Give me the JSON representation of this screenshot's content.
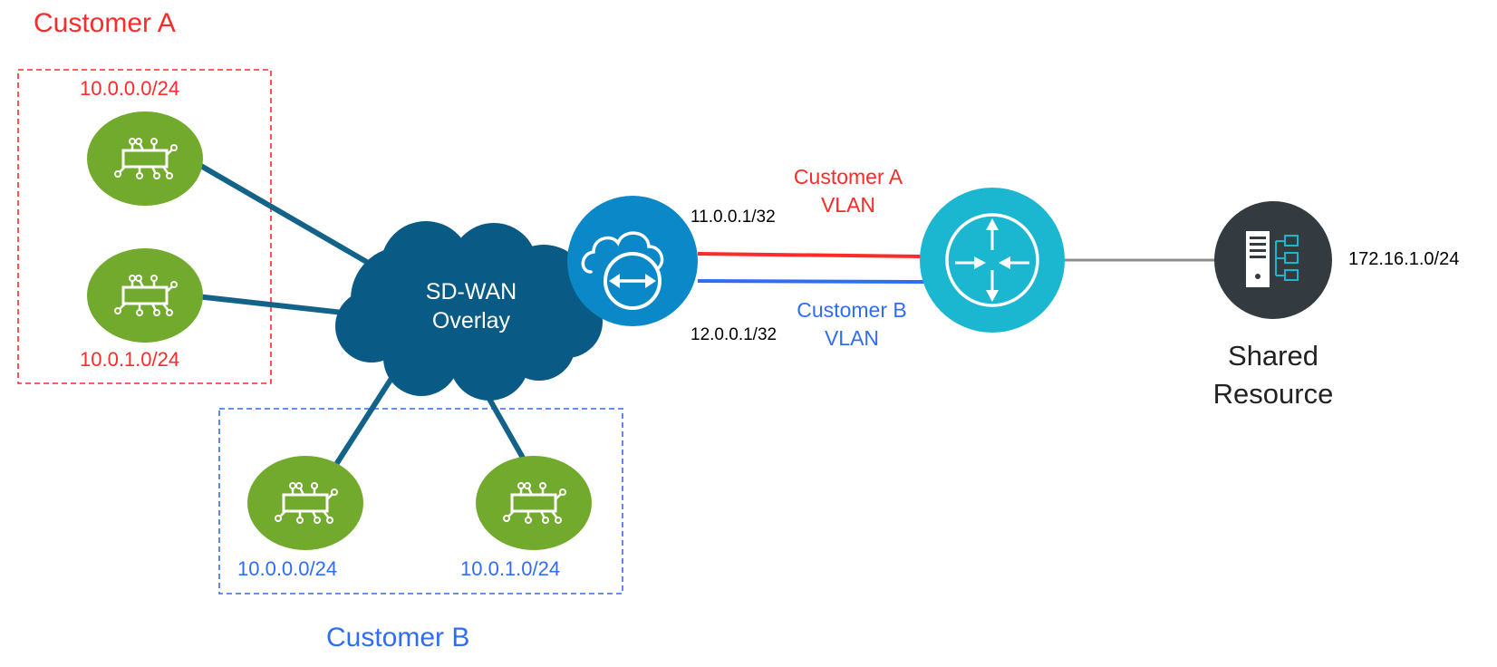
{
  "colors": {
    "customer_a": "#ff2a2a",
    "customer_b": "#2f6df5",
    "site_green": "#71aa2d",
    "overlay_cloud": "#095b86",
    "link_teal": "#13628a",
    "gateway_blue": "#0a88c7",
    "router_cyan": "#1bb7d1",
    "shared_dark": "#343b40",
    "text_black": "#000000"
  },
  "groups": {
    "customer_a": {
      "title": "Customer A",
      "site_top_subnet": "10.0.0.0/24",
      "site_bottom_subnet": "10.0.1.0/24"
    },
    "customer_b": {
      "title": "Customer B",
      "site_left_subnet": "10.0.0.0/24",
      "site_right_subnet": "10.0.1.0/24"
    }
  },
  "overlay": {
    "line1": "SD-WAN",
    "line2": "Overlay"
  },
  "gateway": {
    "ip_a": "11.0.0.1/32",
    "ip_b": "12.0.0.1/32",
    "icon": "cloud-gateway-icon"
  },
  "vlans": {
    "a": {
      "line1": "Customer A",
      "line2": "VLAN"
    },
    "b": {
      "line1": "Customer B",
      "line2": "VLAN"
    }
  },
  "router": {
    "icon": "router-icon"
  },
  "shared_resource": {
    "line1": "Shared",
    "line2": "Resource",
    "subnet": "172.16.1.0/24",
    "icon": "server-icon"
  }
}
